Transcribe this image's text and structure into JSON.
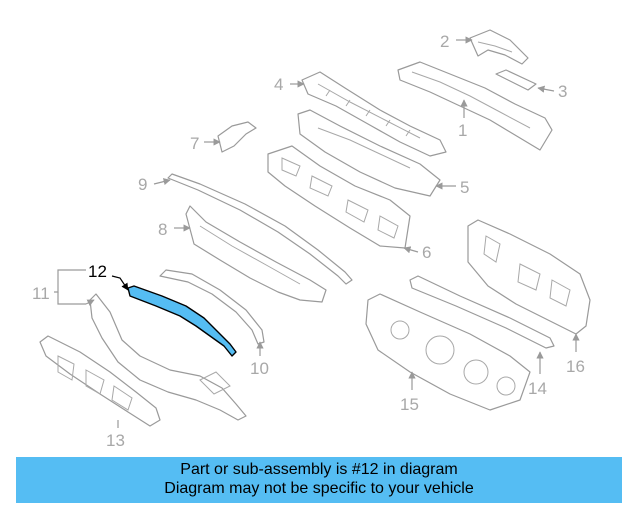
{
  "labels": {
    "p1": "1",
    "p2": "2",
    "p3": "3",
    "p4": "4",
    "p5": "5",
    "p6": "6",
    "p7": "7",
    "p8": "8",
    "p9": "9",
    "p10": "10",
    "p11": "11",
    "p12": "12",
    "p13": "13",
    "p14": "14",
    "p15": "15",
    "p16": "16"
  },
  "highlight": {
    "part": "12",
    "color": "#55bdf3"
  },
  "banner": {
    "line1": "Part or sub-assembly is #12 in diagram",
    "line2": "Diagram may not be specific to your vehicle",
    "color": "#55bdf3"
  }
}
